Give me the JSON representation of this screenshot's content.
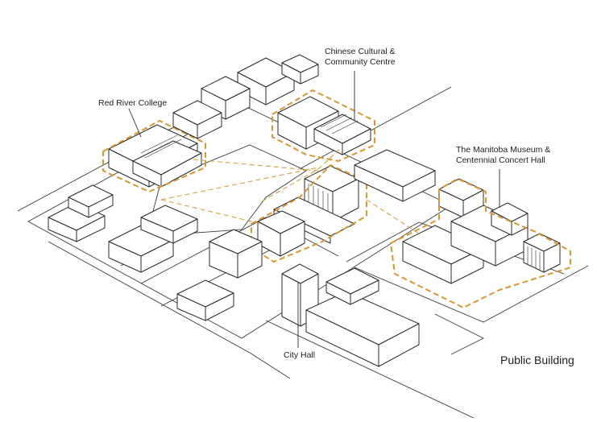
{
  "colors": {
    "highlight": "#d9962f",
    "linework": "#2b2b2b",
    "background": "#ffffff"
  },
  "labels": {
    "red_river_college": "Red River College",
    "chinese_centre_line1": "Chinese Cultural &",
    "chinese_centre_line2": "Community Centre",
    "manitoba_museum_line1": "The Manitoba Museum &",
    "manitoba_museum_line2": "Centennial Concert Hall",
    "city_hall": "City Hall"
  },
  "legend": {
    "title": "Public Building"
  }
}
